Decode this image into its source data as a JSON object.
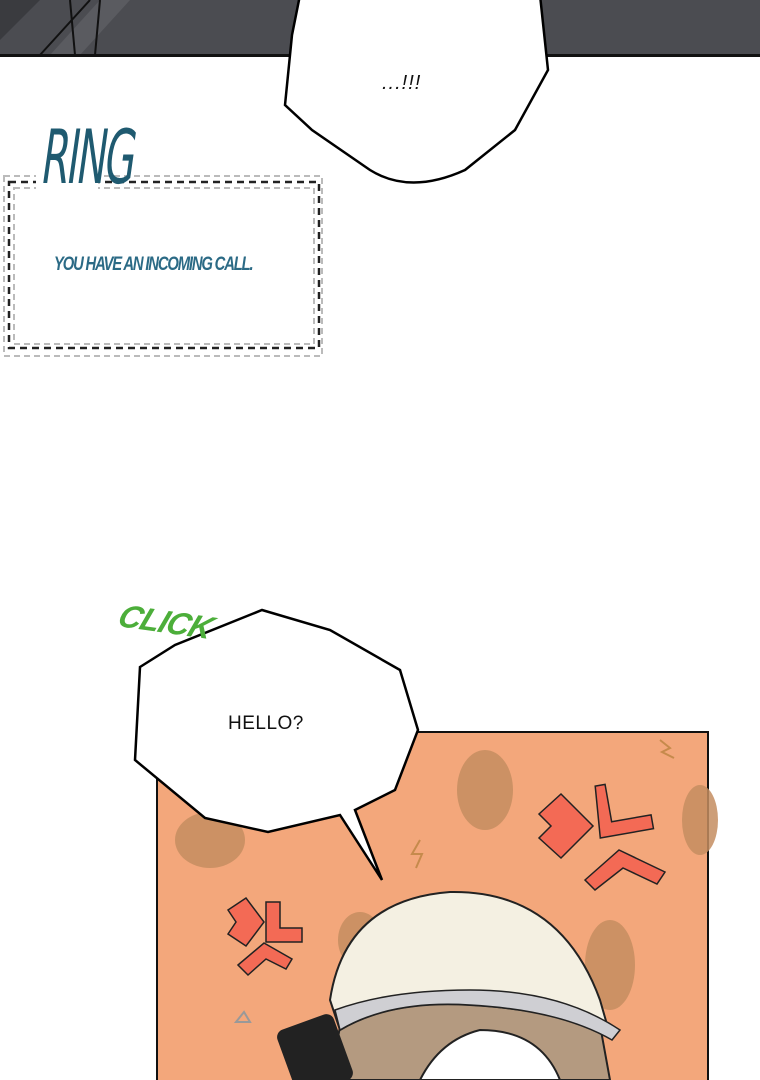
{
  "panel_top": {
    "bubble_text": "...!!!"
  },
  "phone_notice": {
    "sfx": "RING",
    "message": "You have an incoming call."
  },
  "panel_bottom": {
    "sfx": "CLICK",
    "bubble_text": "HELLO?"
  },
  "colors": {
    "dark_panel": "#4b4c51",
    "sfx_ring": "#1f5a70",
    "sfx_click": "#4cae3a",
    "panel_bg": "#f3a77b",
    "anger_mark": "#f36a55"
  }
}
